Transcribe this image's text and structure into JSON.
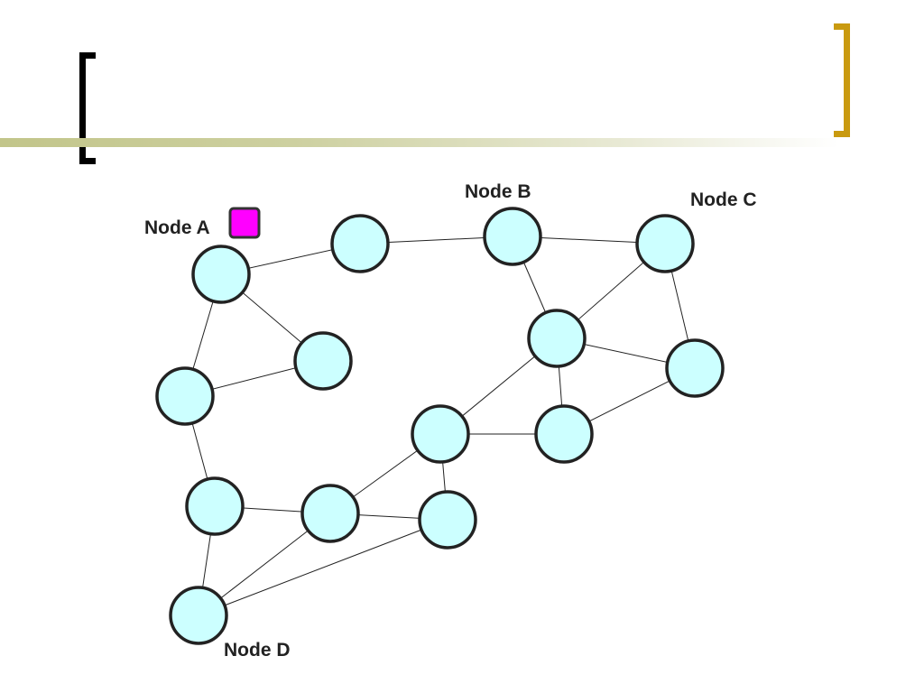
{
  "colors": {
    "node_fill": "#ccffff",
    "node_stroke": "#222222",
    "edge": "#222222",
    "marker_fill": "#ff00ff",
    "bracket_left": "#000000",
    "bracket_right": "#c99a10",
    "accent_bar": "#c2c58a"
  },
  "diagram": {
    "labels": {
      "a": "Node A",
      "b": "Node B",
      "c": "Node C",
      "d": "Node D"
    },
    "nodes": [
      "n1",
      "n2",
      "n3",
      "n4",
      "n5",
      "n6",
      "n7",
      "n8",
      "n9",
      "n10",
      "n11",
      "n12",
      "n13",
      "n14",
      "n15",
      "n16"
    ],
    "edges": [
      [
        "n1",
        "n2"
      ],
      [
        "n2",
        "n3"
      ],
      [
        "n3",
        "n4"
      ],
      [
        "n1",
        "n5"
      ],
      [
        "n1",
        "n6"
      ],
      [
        "n6",
        "n5"
      ],
      [
        "n3",
        "n7"
      ],
      [
        "n4",
        "n7"
      ],
      [
        "n4",
        "n8"
      ],
      [
        "n7",
        "n8"
      ],
      [
        "n7",
        "n11"
      ],
      [
        "n8",
        "n11"
      ],
      [
        "n11",
        "n10"
      ],
      [
        "n10",
        "n13"
      ],
      [
        "n13",
        "n14"
      ],
      [
        "n6",
        "n9"
      ],
      [
        "n9",
        "n12"
      ],
      [
        "n12",
        "n14"
      ],
      [
        "n9",
        "n15"
      ],
      [
        "n12",
        "n15"
      ],
      [
        "n16",
        "n14"
      ],
      [
        "n15",
        "n16"
      ],
      [
        "n16",
        "n12"
      ]
    ]
  }
}
